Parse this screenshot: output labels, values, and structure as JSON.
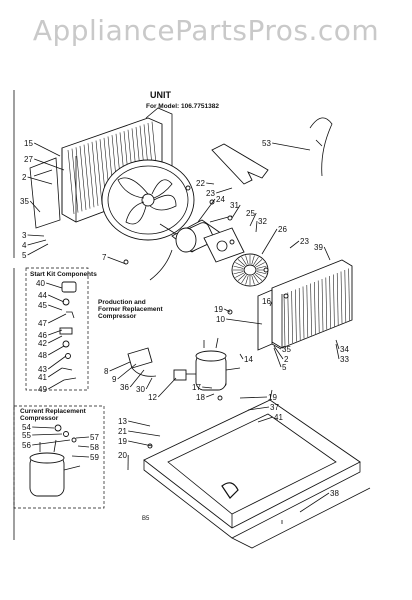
{
  "watermark": "AppliancePartsPros.com",
  "title": "UNIT",
  "model_line": "For Model: 106.7751382",
  "boxes": {
    "start_kit": "Start Kit Components",
    "production": [
      "Production and",
      "Former Replacement",
      "Compressor"
    ],
    "current": [
      "Current Replacement",
      "Compressor"
    ]
  },
  "page_code": "B5",
  "callouts": [
    {
      "id": "c15",
      "t": "15"
    },
    {
      "id": "c27",
      "t": "27"
    },
    {
      "id": "c2a",
      "t": "2"
    },
    {
      "id": "c35a",
      "t": "35"
    },
    {
      "id": "c3a",
      "t": "3"
    },
    {
      "id": "c4",
      "t": "4"
    },
    {
      "id": "c5a",
      "t": "5"
    },
    {
      "id": "c53",
      "t": "53"
    },
    {
      "id": "c22",
      "t": "22"
    },
    {
      "id": "c23a",
      "t": "23"
    },
    {
      "id": "c24",
      "t": "24"
    },
    {
      "id": "c31",
      "t": "31"
    },
    {
      "id": "c25",
      "t": "25"
    },
    {
      "id": "c32",
      "t": "32"
    },
    {
      "id": "c26",
      "t": "26"
    },
    {
      "id": "c23b",
      "t": "23"
    },
    {
      "id": "c39",
      "t": "39"
    },
    {
      "id": "c7",
      "t": "7"
    },
    {
      "id": "c40",
      "t": "40"
    },
    {
      "id": "c44",
      "t": "44"
    },
    {
      "id": "c45",
      "t": "45"
    },
    {
      "id": "c47",
      "t": "47"
    },
    {
      "id": "c46",
      "t": "46"
    },
    {
      "id": "c42",
      "t": "42"
    },
    {
      "id": "c48",
      "t": "48"
    },
    {
      "id": "c43",
      "t": "43"
    },
    {
      "id": "c41a",
      "t": "41"
    },
    {
      "id": "c49",
      "t": "49"
    },
    {
      "id": "c19a",
      "t": "19"
    },
    {
      "id": "c10",
      "t": "10"
    },
    {
      "id": "c16",
      "t": "16"
    },
    {
      "id": "c35b",
      "t": "35"
    },
    {
      "id": "c2b",
      "t": "2"
    },
    {
      "id": "c5b",
      "t": "5"
    },
    {
      "id": "c34",
      "t": "34"
    },
    {
      "id": "c33",
      "t": "33"
    },
    {
      "id": "c14",
      "t": "14"
    },
    {
      "id": "c8",
      "t": "8"
    },
    {
      "id": "c9",
      "t": "9"
    },
    {
      "id": "c36",
      "t": "36"
    },
    {
      "id": "c30",
      "t": "30"
    },
    {
      "id": "c12",
      "t": "12"
    },
    {
      "id": "c17",
      "t": "17"
    },
    {
      "id": "c18",
      "t": "18"
    },
    {
      "id": "c19b",
      "t": "19"
    },
    {
      "id": "c37",
      "t": "37"
    },
    {
      "id": "c41b",
      "t": "41"
    },
    {
      "id": "c54",
      "t": "54"
    },
    {
      "id": "c55",
      "t": "55"
    },
    {
      "id": "c56",
      "t": "56"
    },
    {
      "id": "c57",
      "t": "57"
    },
    {
      "id": "c58",
      "t": "58"
    },
    {
      "id": "c59",
      "t": "59"
    },
    {
      "id": "c13",
      "t": "13"
    },
    {
      "id": "c21",
      "t": "21"
    },
    {
      "id": "c19c",
      "t": "19"
    },
    {
      "id": "c20",
      "t": "20"
    },
    {
      "id": "c38",
      "t": "38"
    }
  ]
}
